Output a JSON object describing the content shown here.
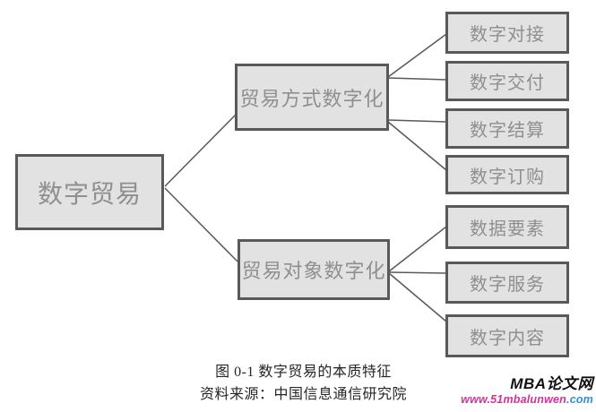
{
  "tree": {
    "root": {
      "label": "数字贸易"
    },
    "branches": [
      {
        "label": "贸易方式数字化",
        "children": [
          {
            "label": "数字对接"
          },
          {
            "label": "数字交付"
          },
          {
            "label": "数字结算"
          },
          {
            "label": "数字订购"
          }
        ]
      },
      {
        "label": "贸易对象数字化",
        "children": [
          {
            "label": "数据要素"
          },
          {
            "label": "数字服务"
          },
          {
            "label": "数字内容"
          }
        ]
      }
    ]
  },
  "caption": {
    "title": "图 0-1  数字贸易的本质特征",
    "source": "资料来源：中国信息通信研究院"
  },
  "watermark": {
    "site_name": "MBA论文网",
    "site_url": "www.51mbalunwen.com",
    "url_main": "www.51mbalunwen",
    "url_tld": ".com"
  },
  "colors": {
    "box_fill": "#e2e2e2",
    "box_border": "#595959",
    "box_text": "#8f8f8f",
    "connector": "#595959",
    "caption_text": "#262626",
    "watermark_text": "#111111",
    "url_color_left": "#d6309c",
    "url_color_right": "#3090dd"
  }
}
